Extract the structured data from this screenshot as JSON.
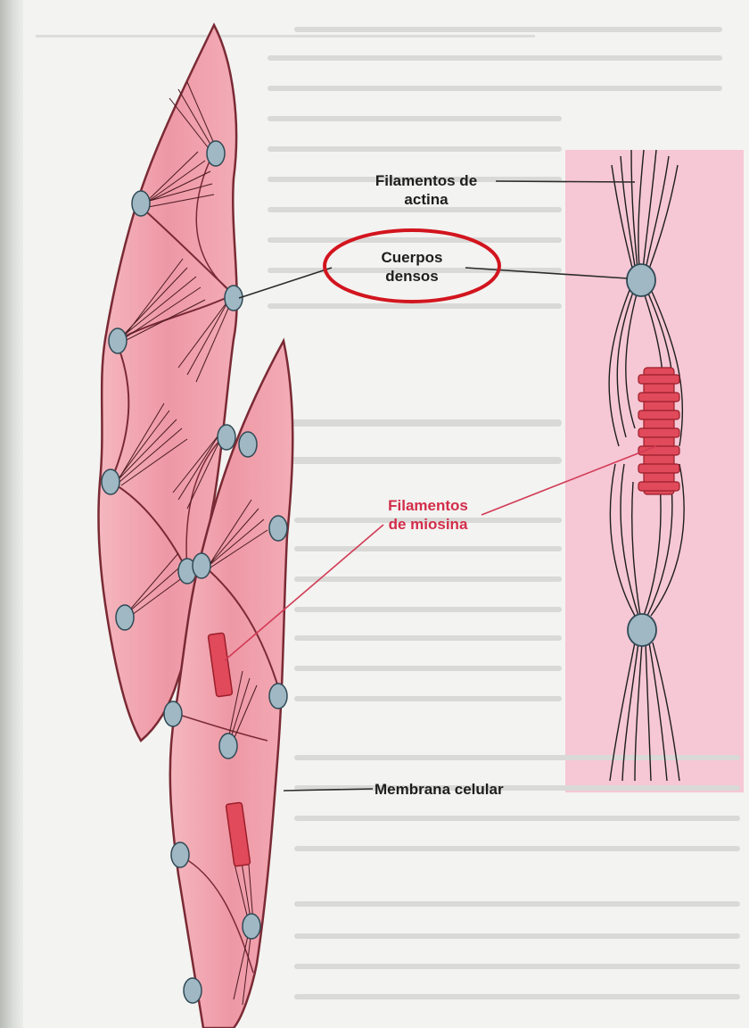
{
  "labels": {
    "actin": [
      "Filamentos de",
      "actina"
    ],
    "dense_bodies": [
      "Cuerpos",
      "densos"
    ],
    "myosin": [
      "Filamentos",
      "de miosina"
    ],
    "membrane": "Membrana celular"
  },
  "colors": {
    "cell_fill": "#f0a2ad",
    "cell_stroke": "#7a2a34",
    "dense_body": "#9fb8c4",
    "myosin": "#e04a5a",
    "highlight_ellipse": "#d2151e",
    "side_band": "#f6c7d5",
    "leader_red": "#d23a55",
    "leader_dark": "#2b2b2b"
  },
  "icons": {
    "dense_body": "dense-body-icon",
    "myosin": "myosin-filament-icon"
  }
}
